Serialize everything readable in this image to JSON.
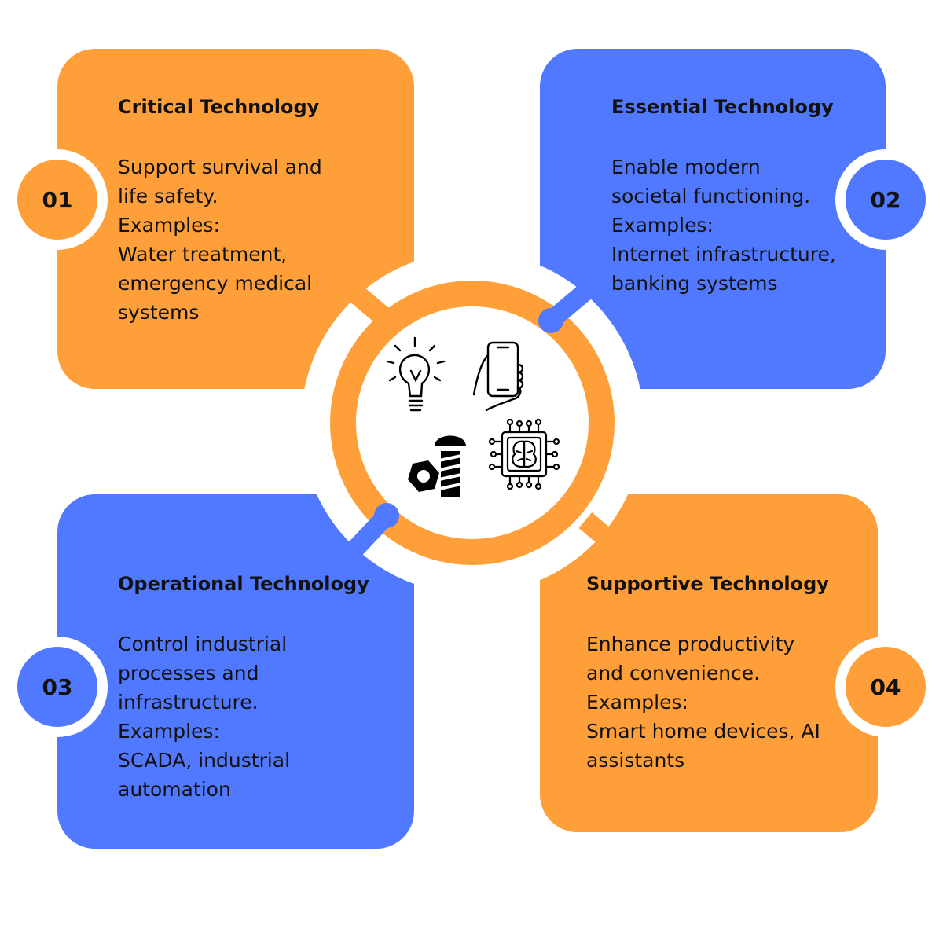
{
  "colors": {
    "orange": "#FF9F3A",
    "blue": "#5179FF",
    "text": "#111111"
  },
  "cards": [
    {
      "number": "01",
      "title": "Critical Technology",
      "lines": [
        "Support survival and",
        "life safety.",
        "Examples:",
        "Water treatment,",
        "emergency medical",
        "systems"
      ]
    },
    {
      "number": "02",
      "title": "Essential Technology",
      "lines": [
        "Enable modern",
        "societal functioning.",
        "Examples:",
        "Internet infrastructure,",
        "banking systems"
      ]
    },
    {
      "number": "03",
      "title": "Operational Technology",
      "lines": [
        "Control industrial",
        "processes and",
        "infrastructure.",
        "Examples:",
        "SCADA, industrial",
        "automation"
      ]
    },
    {
      "number": "04",
      "title": "Supportive Technology",
      "lines": [
        "Enhance productivity",
        "and convenience.",
        "Examples:",
        "Smart home devices, AI",
        "assistants"
      ]
    }
  ],
  "center_icons": [
    "lightbulb-icon",
    "smartphone-hand-icon",
    "nut-bolt-icon",
    "ai-chip-brain-icon"
  ]
}
